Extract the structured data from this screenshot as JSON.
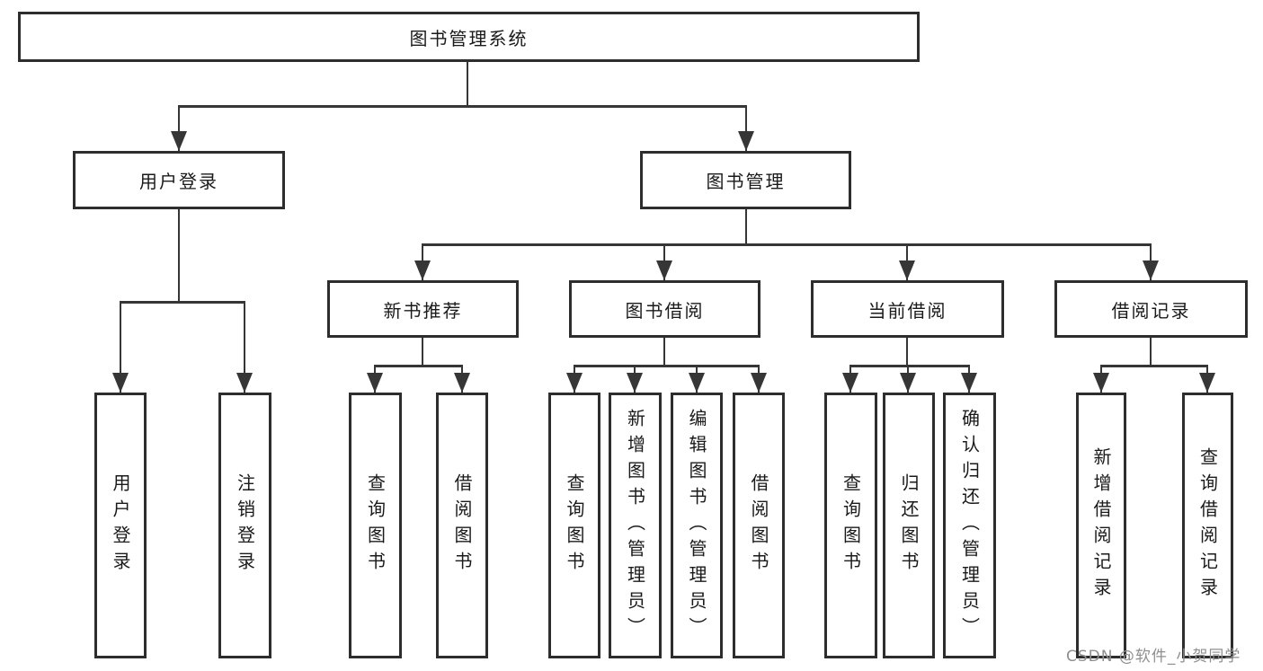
{
  "tree": {
    "root": {
      "label": "图书管理系统",
      "children": [
        {
          "label": "用户登录",
          "children": [
            {
              "label": "用户登录"
            },
            {
              "label": "注销登录"
            }
          ]
        },
        {
          "label": "图书管理",
          "children": [
            {
              "label": "新书推荐",
              "children": [
                {
                  "label": "查询图书"
                },
                {
                  "label": "借阅图书"
                }
              ]
            },
            {
              "label": "图书借阅",
              "children": [
                {
                  "label": "查询图书"
                },
                {
                  "label": "新增图书（管理员）"
                },
                {
                  "label": "编辑图书（管理员）"
                },
                {
                  "label": "借阅图书"
                }
              ]
            },
            {
              "label": "当前借阅",
              "children": [
                {
                  "label": "查询图书"
                },
                {
                  "label": "归还图书"
                },
                {
                  "label": "确认归还（管理员）"
                }
              ]
            },
            {
              "label": "借阅记录",
              "children": [
                {
                  "label": "新增借阅记录"
                },
                {
                  "label": "查询借阅记录"
                }
              ]
            }
          ]
        }
      ]
    }
  },
  "watermark": {
    "text": "CSDN @软件_小贺同学"
  },
  "colors": {
    "line": "#363636",
    "border": "#2d2d2d",
    "text": "#1a1a1a",
    "bg": "#ffffff",
    "wm": "#8f8f8f"
  }
}
